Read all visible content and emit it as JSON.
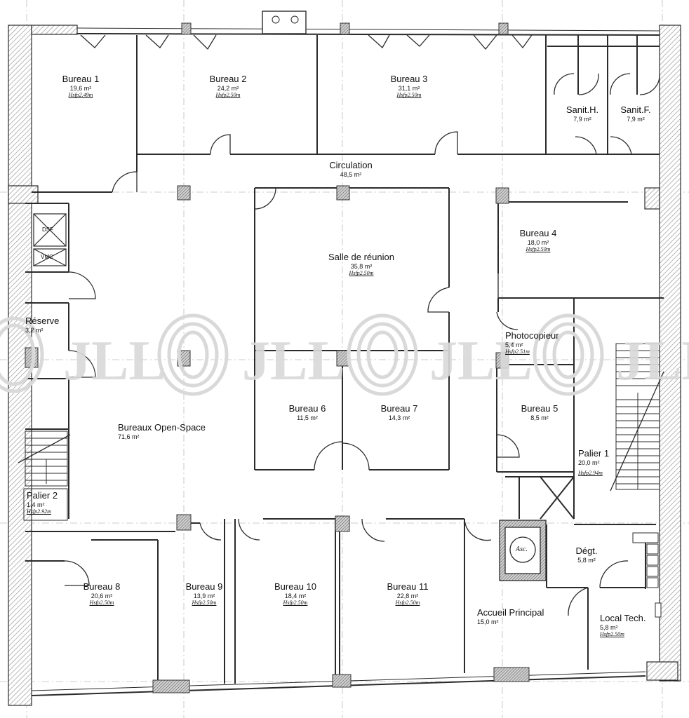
{
  "rooms": [
    {
      "name": "Bureau 1",
      "area": "19,6 m²",
      "hsp": "Hsfp2.49m"
    },
    {
      "name": "Bureau 2",
      "area": "24,2 m²",
      "hsp": "Hsfp2.50m"
    },
    {
      "name": "Bureau 3",
      "area": "31,1 m²",
      "hsp": "Hsfp2.50m"
    },
    {
      "name": "Sanit.H.",
      "area": "7,9 m²",
      "hsp": ""
    },
    {
      "name": "Sanit.F.",
      "area": "7,9 m²",
      "hsp": ""
    },
    {
      "name": "Circulation",
      "area": "48,5 m²",
      "hsp": ""
    },
    {
      "name": "Bureau 4",
      "area": "18,0 m²",
      "hsp": "Hsfp2.50m"
    },
    {
      "name": "Salle de réunion",
      "area": "35,8 m²",
      "hsp": "Hsfp2.50m"
    },
    {
      "name": "Réserve",
      "area": "3,2 m²",
      "hsp": ""
    },
    {
      "name": "Photocopieur",
      "area": "5,4 m²",
      "hsp": "Hsfp2.51m"
    },
    {
      "name": "Bureau 6",
      "area": "11,5 m²",
      "hsp": ""
    },
    {
      "name": "Bureau 7",
      "area": "14,3 m²",
      "hsp": ""
    },
    {
      "name": "Bureau 5",
      "area": "8,5 m²",
      "hsp": ""
    },
    {
      "name": "Bureaux Open-Space",
      "area": "71,6 m²",
      "hsp": ""
    },
    {
      "name": "Palier 1",
      "area": "20,0 m²",
      "hsp": "Hsfp2.94m"
    },
    {
      "name": "Palier 2",
      "area": "1,4 m²",
      "hsp": "Hsfp2.92m"
    },
    {
      "name": "Dégt.",
      "area": "5,8 m²",
      "hsp": ""
    },
    {
      "name": "Bureau 8",
      "area": "20,6 m²",
      "hsp": "Hsfp2.50m"
    },
    {
      "name": "Bureau 9",
      "area": "13,9 m²",
      "hsp": "Hsfp2.50m"
    },
    {
      "name": "Bureau 10",
      "area": "18,4 m²",
      "hsp": "Hsfp2.50m"
    },
    {
      "name": "Bureau 11",
      "area": "22,8 m²",
      "hsp": "Hsfp2.50m"
    },
    {
      "name": "Accueil Principal",
      "area": "15,0 m²",
      "hsp": ""
    },
    {
      "name": "Local Tech.",
      "area": "5,8 m²",
      "hsp": "Hsfp2.50m"
    }
  ],
  "equipment": {
    "dsf": "DSF",
    "vmc": "VMC",
    "asc": "Asc."
  },
  "watermark": "JLL",
  "colors": {
    "wall": "#2b2b2b",
    "hatch": "#9a9a9a",
    "pillar": "#7f7f7f",
    "grid": "#bdbdbd",
    "watermark": "#d9d9d9"
  }
}
